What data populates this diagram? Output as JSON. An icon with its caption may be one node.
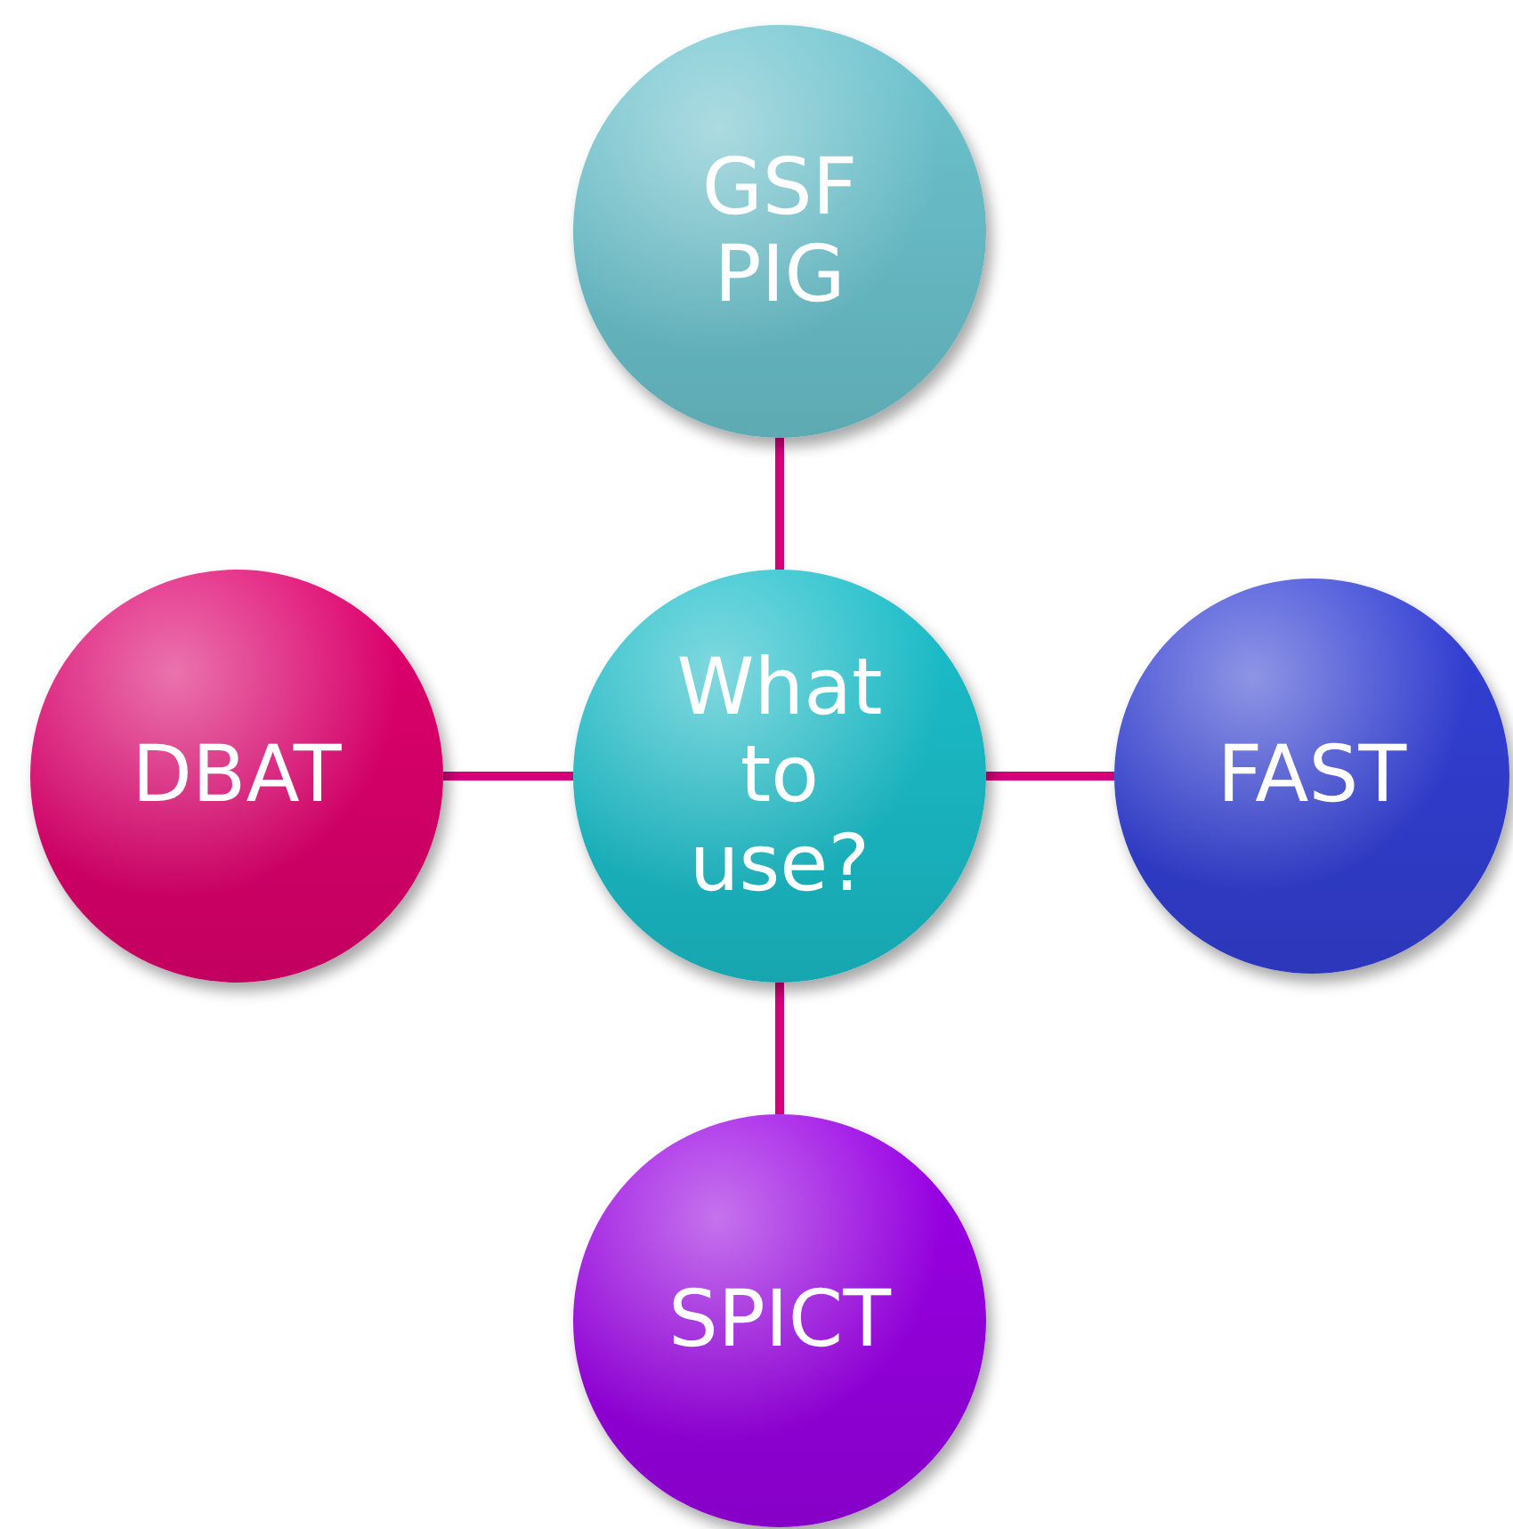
{
  "diagram": {
    "nodes": [
      {
        "text": [
          "GSF PIG"
        ]
      },
      {
        "text": [
          "DBAT"
        ]
      },
      {
        "text": [
          "What to use?"
        ]
      },
      {
        "text": [
          "FAST"
        ]
      },
      {
        "text": [
          "SPICT"
        ]
      }
    ],
    "edges": [
      {
        "from": 2,
        "to": 0,
        "arrow": "none"
      },
      {
        "from": 2,
        "to": 1,
        "arrow": "none"
      },
      {
        "from": 2,
        "to": 3,
        "arrow": "none"
      },
      {
        "from": 2,
        "to": 4,
        "arrow": "none"
      }
    ]
  }
}
